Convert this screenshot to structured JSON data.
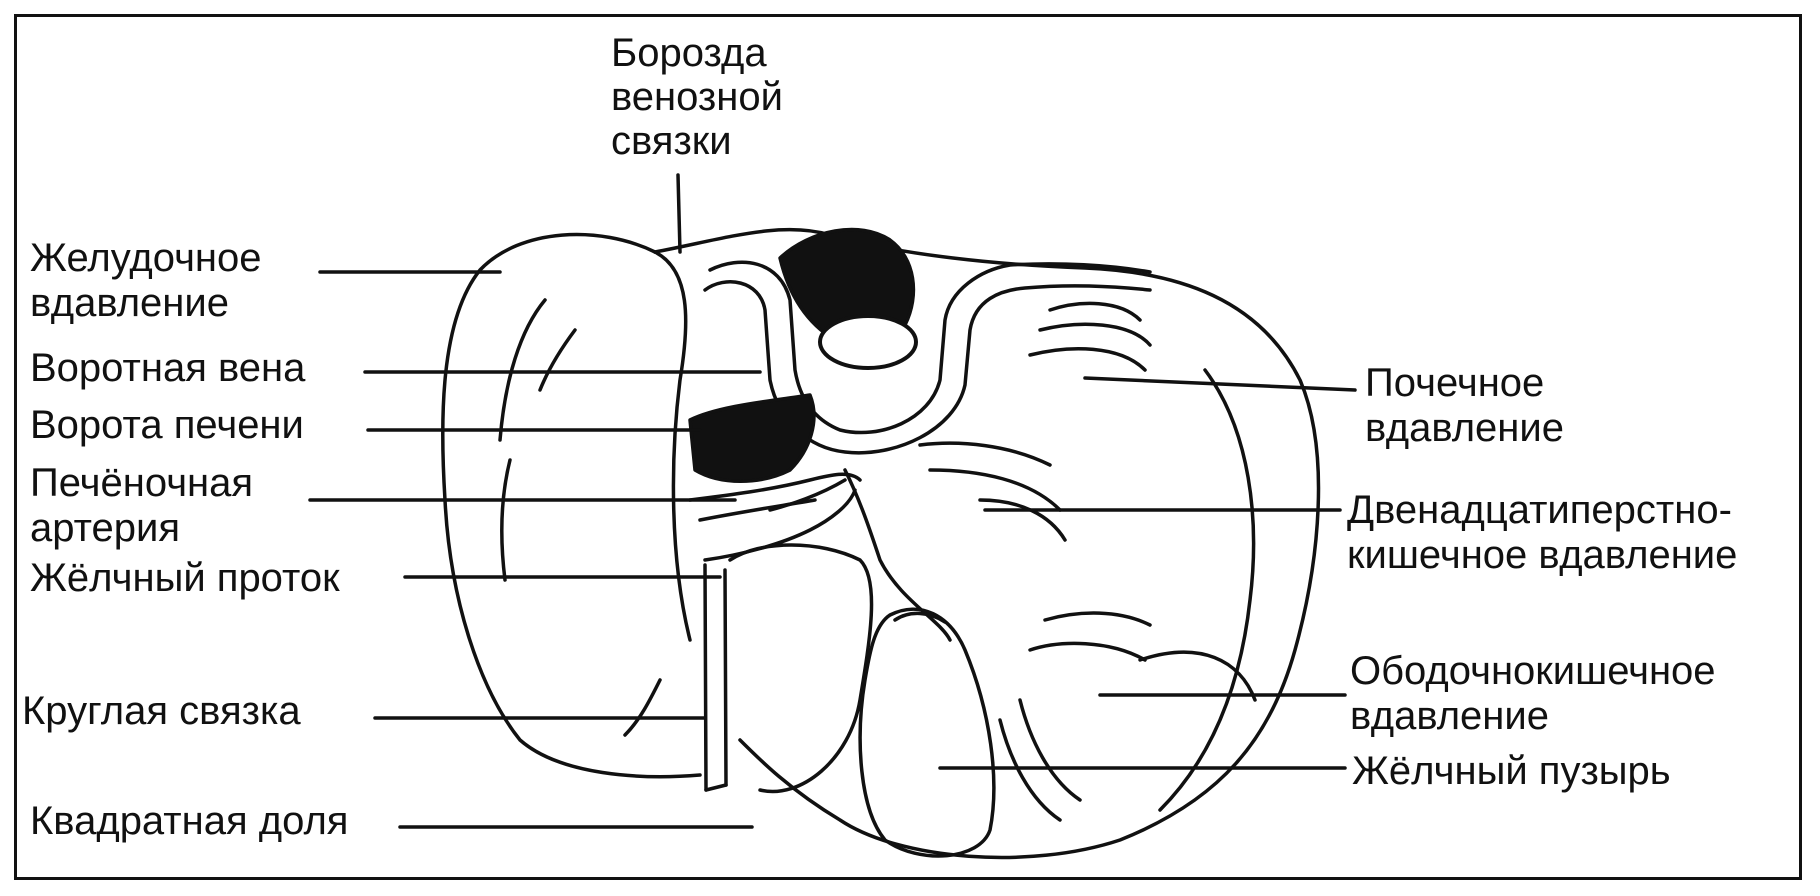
{
  "labels": {
    "sulcus": [
      "Борозда",
      "венозной",
      "связки"
    ],
    "gastric": [
      "Желудочное",
      "вдавление"
    ],
    "portal_vein": "Воротная вена",
    "porta": "Ворота печени",
    "hepatic_artery": [
      "Печёночная",
      "артерия"
    ],
    "bile_duct": "Жёлчный проток",
    "round_lig": "Круглая связка",
    "quadrate": "Квадратная доля",
    "renal": [
      "Почечное",
      "вдавление"
    ],
    "duodenal": [
      "Двенадцатиперстно-",
      "кишечное вдавление"
    ],
    "colic": [
      "Ободочнокишечное",
      "вдавление"
    ],
    "gallbladder": "Жёлчный пузырь"
  },
  "colors": {
    "ink": "#111111",
    "background": "#ffffff"
  }
}
